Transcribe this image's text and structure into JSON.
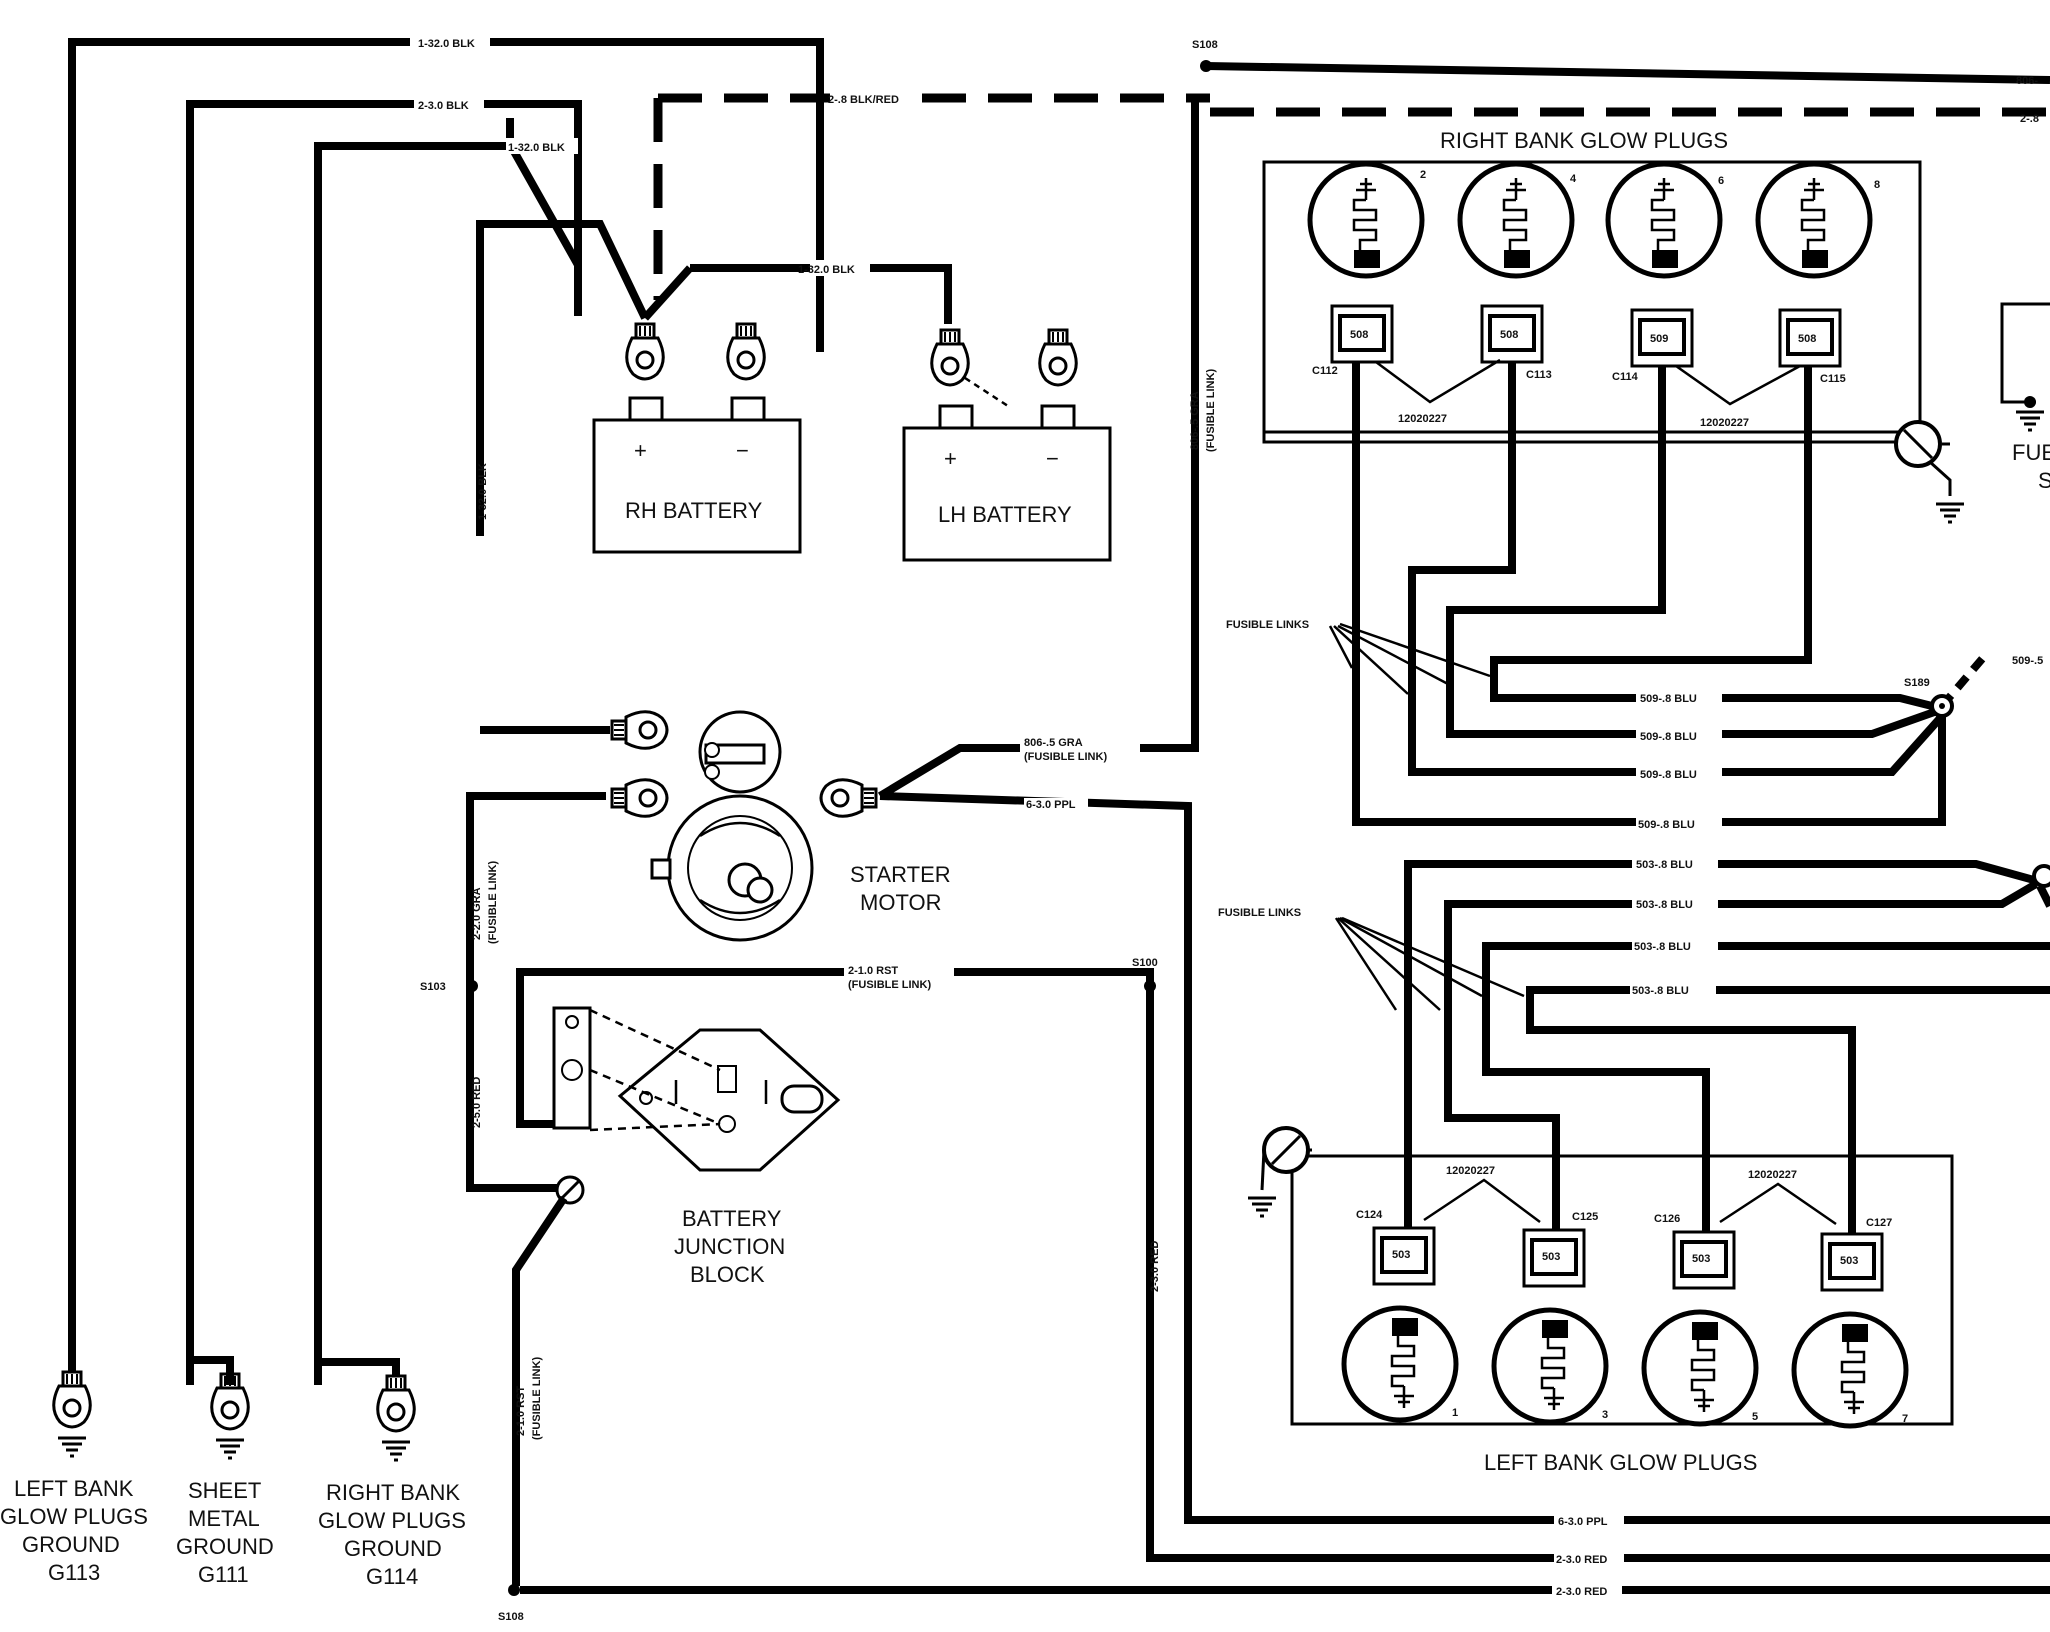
{
  "wire_labels": {
    "w1": "1-32.0 BLK",
    "w2": "2-3.0 BLK",
    "w3": "1-32.0 BLK",
    "w4": "1-32.0 BLK",
    "w5": "2-.8 BLK/RED",
    "w6": "1-32.0 BLK",
    "w7": "806-.5 GRA",
    "w7b": "(FUSIBLE LINK)",
    "w8": "6-3.0 PPL",
    "w9": "2-2.0 GRA",
    "w9b": "(FUSIBLE LINK)",
    "w10": "2-5.0 RED",
    "w11": "2-1.0 RST",
    "w11b": "(FUSIBLE LINK)",
    "w12": "2-1.0 RST",
    "w12b": "(FUSIBLE LINK)",
    "w13": "2-3.0 RED",
    "w14": "806-.5 GRA",
    "w14b": "(FUSIBLE LINK)",
    "w15": "806-",
    "w16": "2-.8",
    "w17": "509-.8 BLU",
    "w18": "509-.8 BLU",
    "w19": "509-.8 BLU",
    "w20": "509-.8 BLU",
    "w21": "509-.5",
    "w22": "503-.8 BLU",
    "w23": "503-.8 BLU",
    "w24": "503-.8 BLU",
    "w25": "503-.8 BLU",
    "w26": "6-3.0 PPL",
    "w27": "2-3.0 RED",
    "w28": "2-3.0 RED"
  },
  "splices": {
    "s108_top": "S108",
    "s103": "S103",
    "s100": "S100",
    "s189": "S189",
    "s108_bottom": "S108"
  },
  "components": {
    "rh_battery": "RH BATTERY",
    "lh_battery": "LH BATTERY",
    "plus": "+",
    "minus": "−",
    "starter_line1": "STARTER",
    "starter_line2": "MOTOR",
    "junction_line1": "BATTERY",
    "junction_line2": "JUNCTION",
    "junction_line3": "BLOCK",
    "right_bank_title": "RIGHT BANK GLOW PLUGS",
    "left_bank_title": "LEFT BANK GLOW PLUGS",
    "fusible_links_upper": "FUSIBLE LINKS",
    "fusible_links_lower": "FUSIBLE LINKS",
    "fue_cut_1": "FUE",
    "fue_cut_2": "S"
  },
  "right_bank": {
    "plug_numbers": [
      "2",
      "4",
      "6",
      "8"
    ],
    "connectors": [
      "C112",
      "C113",
      "C114",
      "C115"
    ],
    "pin_labels": [
      "508",
      "508",
      "509",
      "508"
    ],
    "part_numbers": [
      "12020227",
      "12020227"
    ]
  },
  "left_bank": {
    "plug_numbers": [
      "1",
      "3",
      "5",
      "7"
    ],
    "connectors": [
      "C124",
      "C125",
      "C126",
      "C127"
    ],
    "pin_labels": [
      "503",
      "503",
      "503",
      "503"
    ],
    "part_numbers": [
      "12020227",
      "12020227"
    ]
  },
  "grounds": [
    {
      "line1": "LEFT BANK",
      "line2": "GLOW PLUGS",
      "line3": "GROUND",
      "line4": "G113"
    },
    {
      "line1": "SHEET",
      "line2": "METAL",
      "line3": "GROUND",
      "line4": "G111"
    },
    {
      "line1": "RIGHT BANK",
      "line2": "GLOW PLUGS",
      "line3": "GROUND",
      "line4": "G114"
    }
  ]
}
